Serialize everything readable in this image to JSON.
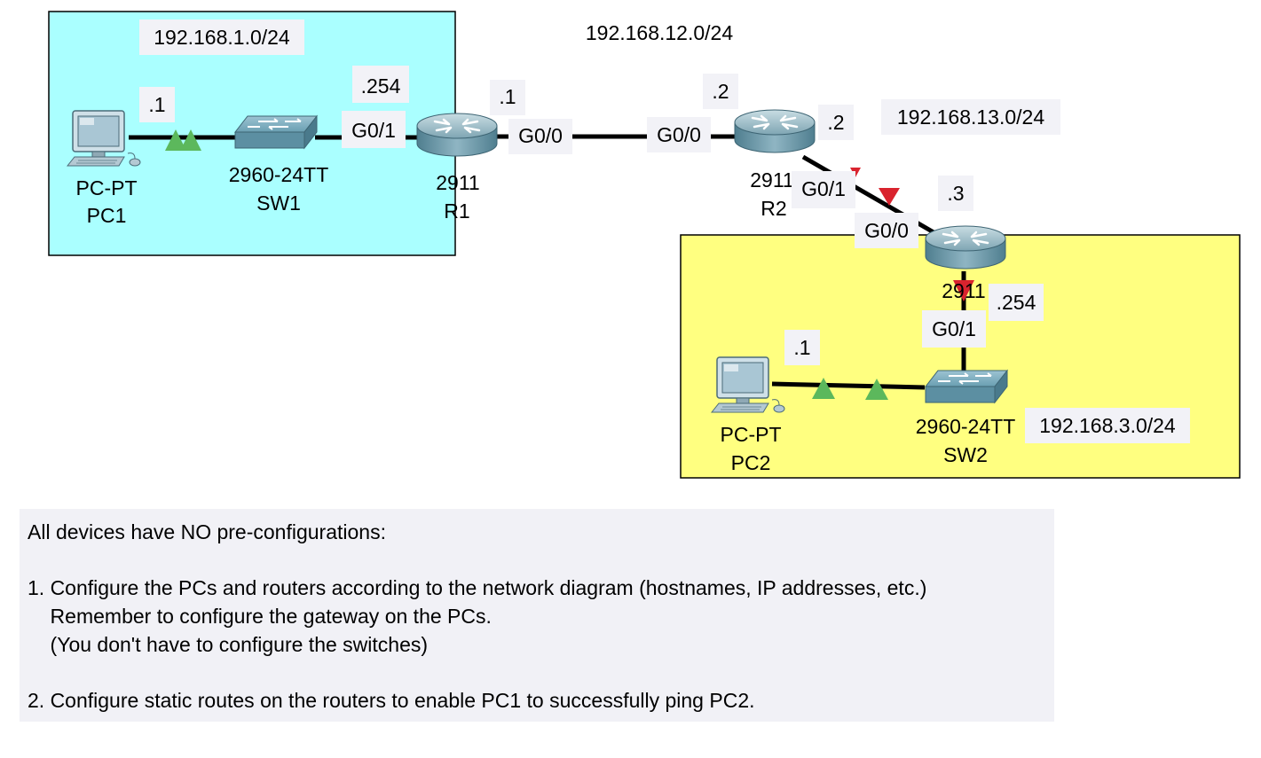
{
  "networks": {
    "lan1": "192.168.1.0/24",
    "r1_r2": "192.168.12.0/24",
    "r2_r3": "192.168.13.0/24",
    "lan3": "192.168.3.0/24"
  },
  "devices": {
    "pc1": {
      "model": "PC-PT",
      "name": "PC1",
      "ip_suffix": ".1"
    },
    "sw1": {
      "model": "2960-24TT",
      "name": "SW1"
    },
    "r1": {
      "model": "2911",
      "name": "R1",
      "g01_ip": ".254",
      "g00_ip": ".1"
    },
    "r2": {
      "model": "2911",
      "name": "R2",
      "g00_ip": ".2",
      "g01_ip": ".2"
    },
    "r3": {
      "model": "2911",
      "g00_ip": ".3",
      "g01_ip": ".254"
    },
    "sw2": {
      "model": "2960-24TT",
      "name": "SW2"
    },
    "pc2": {
      "model": "PC-PT",
      "name": "PC2",
      "ip_suffix": ".1"
    }
  },
  "interfaces": {
    "g00": "G0/0",
    "g01": "G0/1"
  },
  "link_status_colors": {
    "up": "#5cb85c",
    "down": "#d9232e"
  },
  "zone_colors": {
    "lan1": "#aaffff",
    "lan3": "#ffff80"
  },
  "instructions": {
    "intro": "All devices have NO pre-configurations:",
    "step1_line1": "1. Configure the PCs and routers according to the network diagram (hostnames, IP addresses, etc.)",
    "step1_line2": "    Remember to configure the gateway on the PCs.",
    "step1_line3": "    (You don't have to configure the switches)",
    "step2": "2. Configure static routes on the routers to enable PC1 to successfully ping PC2."
  }
}
